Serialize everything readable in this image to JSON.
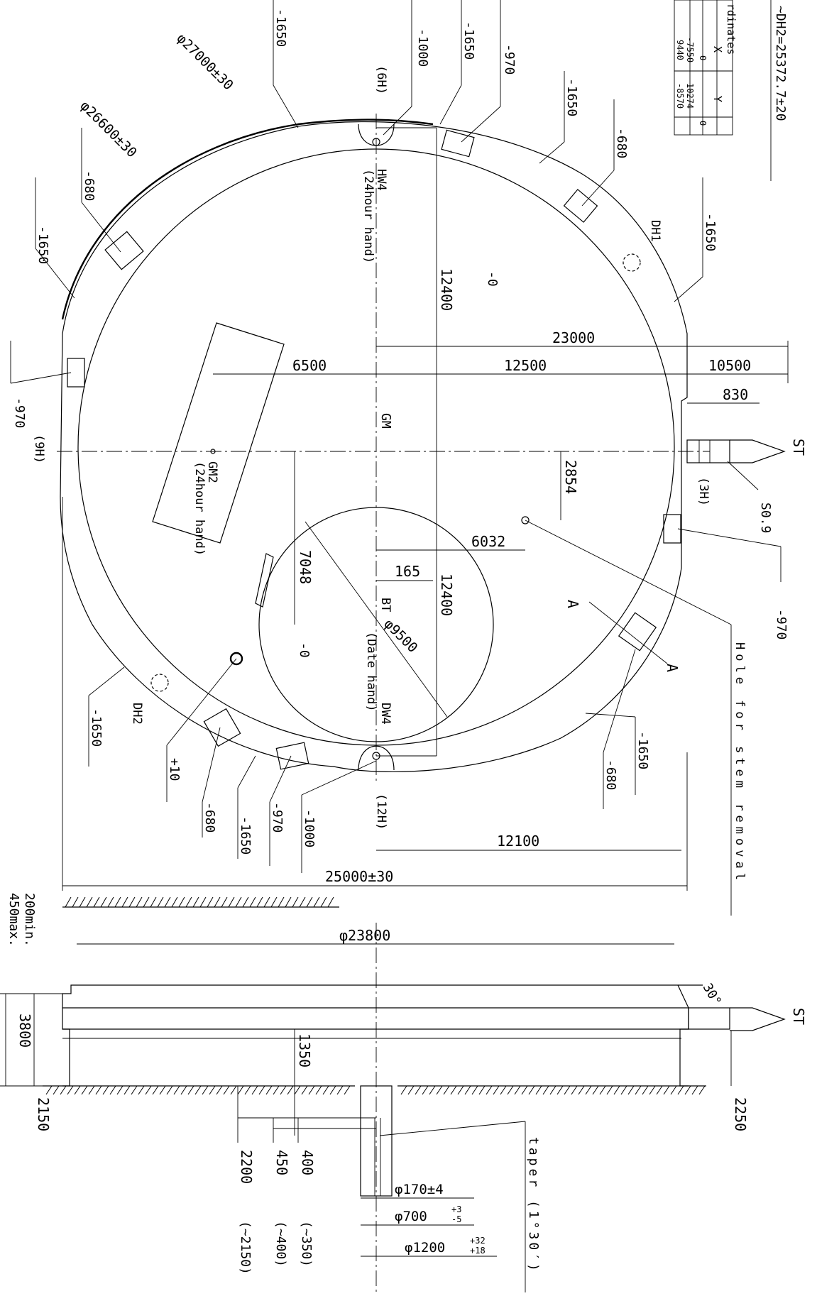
{
  "header": {
    "distance_formula": "~DH2=25372.7±20",
    "coords_title": "rdinates",
    "coords_col_x": "X",
    "coords_col_y": "Y",
    "coords_row1": [
      "0",
      "0"
    ],
    "coords_row2": [
      "-7550",
      "10274"
    ],
    "coords_row3": [
      "9440",
      "-8570"
    ]
  },
  "top_view": {
    "labels": {
      "hw4": "HW4",
      "hour_hand_hw4": "(24hour hand)",
      "six_h": "(6H)",
      "nine_h": "(9H)",
      "three_h": "(3H)",
      "twelve_h": "(12H)",
      "gm": "GM",
      "gm2": "GM2",
      "hour_hand_gm2": "(24hour hand)",
      "bt": "BT",
      "date_hand": "(Date hand)",
      "dw4": "DW4",
      "dh1": "DH1",
      "dh2": "DH2",
      "st": "ST",
      "s09": "S0.9",
      "section_a1": "A",
      "section_a2": "A",
      "stem_hole": "Hole for stem removal"
    },
    "dims": {
      "d27000": "φ27000±30",
      "d26600": "φ26600±30",
      "d9500": "φ9500",
      "d23000": "23000",
      "d12500": "12500",
      "d10500": "10500",
      "d830": "830",
      "d6500": "6500",
      "d12400a": "12400",
      "d12400b": "12400",
      "d2854": "2854",
      "d6032": "6032",
      "d165": "165",
      "d7048": "7048",
      "d12100": "12100",
      "d25000": "25000±30",
      "z0a": "-0",
      "z0b": "-0"
    },
    "depths": {
      "t1": "-1650",
      "t2": "-1000",
      "t3": "-1650",
      "t4": "-970",
      "t5": "-1650",
      "t6": "-680",
      "l1": "-680",
      "l2": "-1650",
      "l3": "-970",
      "r1": "-1650",
      "r2": "-970",
      "b1": "-1650",
      "b2": "+10",
      "b3": "-680",
      "b4": "-1650",
      "b5": "-970",
      "b6": "-1000",
      "br1": "-1650",
      "br2": "-680"
    }
  },
  "side_view": {
    "d23800": "φ23800",
    "min200": "200min.",
    "max450": "450max.",
    "h3800": "3800",
    "h2150": "2150",
    "h1350": "1350",
    "h2200": "2200",
    "h450": "450",
    "h400": "400",
    "p2150": "(~2150)",
    "p400": "(~400)",
    "p350": "(~350)",
    "h2250": "2250",
    "angle30": "30°",
    "st": "ST",
    "taper": "taper (1°30′)",
    "d170": "φ170±4",
    "d700": "φ700",
    "d700_tol_up": "+3",
    "d700_tol_lo": "-5",
    "d1200": "φ1200",
    "d1200_tol_up": "+32",
    "d1200_tol_lo": "+18"
  }
}
